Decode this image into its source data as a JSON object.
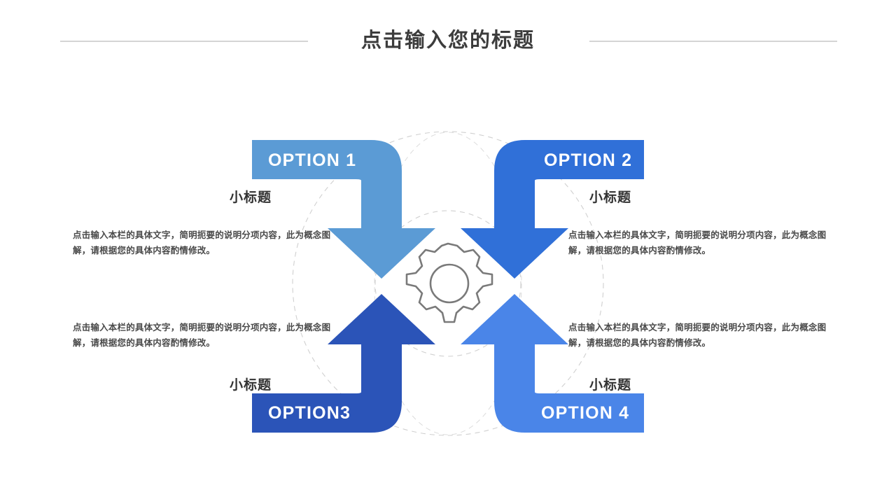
{
  "slide": {
    "title": "点击输入您的标题",
    "background_color": "#FFFFFF",
    "title_color": "#3C3C3C",
    "rule_color": "#D4D4D4"
  },
  "center": {
    "icon": "gear-icon",
    "icon_color": "#7A7A7A",
    "ring_color": "#CCCCCC"
  },
  "options": [
    {
      "id": "option-1",
      "label": "OPTION 1",
      "color": "#5B9BD5",
      "subtitle": "小标题",
      "body": "点击输入本栏的具体文字，简明扼要的说明分项内容，此为概念图解，请根据您的具体内容酌情修改。"
    },
    {
      "id": "option-2",
      "label": "OPTION 2",
      "color": "#3070D8",
      "subtitle": "小标题",
      "body": "点击输入本栏的具体文字，简明扼要的说明分项内容，此为概念图解，请根据您的具体内容酌情修改。"
    },
    {
      "id": "option-3",
      "label": "OPTION3",
      "color": "#2B54B8",
      "subtitle": "小标题",
      "body": "点击输入本栏的具体文字，简明扼要的说明分项内容，此为概念图解，请根据您的具体内容酌情修改。"
    },
    {
      "id": "option-4",
      "label": "OPTION 4",
      "color": "#4A85E8",
      "subtitle": "小标题",
      "body": "点击输入本栏的具体文字，简明扼要的说明分项内容，此为概念图解，请根据您的具体内容酌情修改。"
    }
  ]
}
